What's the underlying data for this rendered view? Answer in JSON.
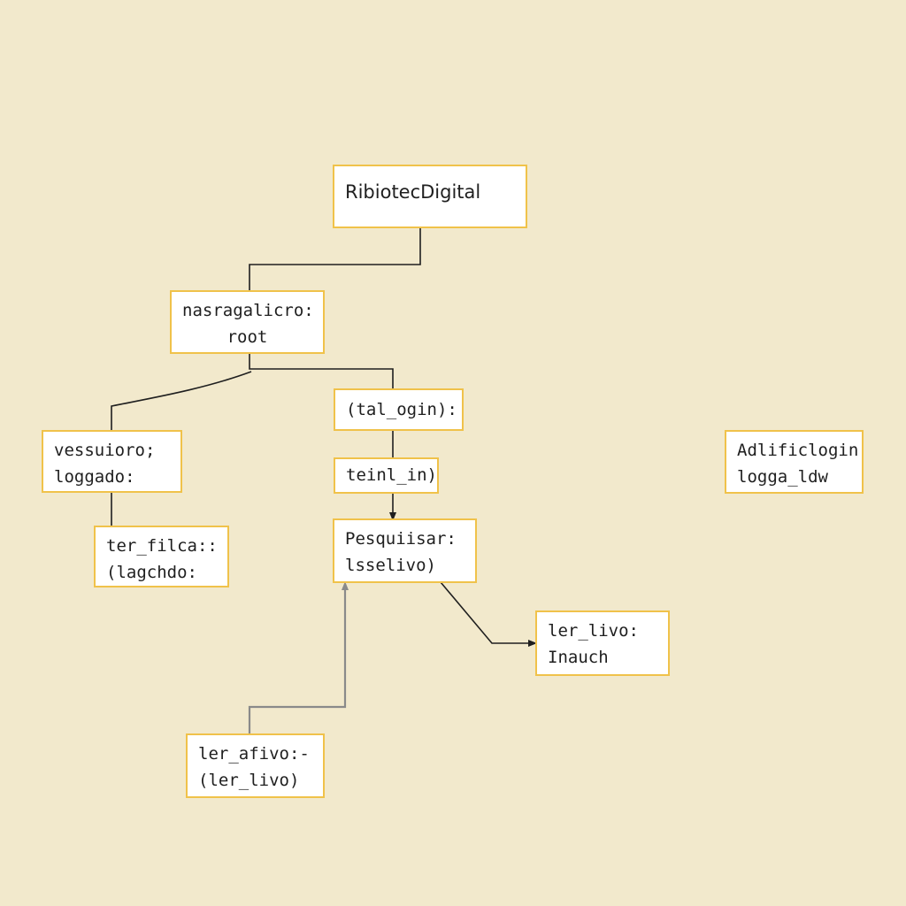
{
  "diagram": {
    "nodes": {
      "biblioteca": {
        "lines": [
          "RibiotecDigital"
        ]
      },
      "root": {
        "lines": [
          "nasragalicro:",
          "root"
        ]
      },
      "usuario": {
        "lines": [
          "vessuioro;",
          "loggado:"
        ]
      },
      "filtro": {
        "lines": [
          "ter_filca::",
          "(lagchdo:"
        ]
      },
      "login": {
        "lines": [
          "(tal_ogin):"
        ]
      },
      "tein": {
        "lines": [
          "teinl_in)"
        ]
      },
      "pesquisar": {
        "lines": [
          "Pesquiisar:",
          "lsselivo)"
        ]
      },
      "ler_livro": {
        "lines": [
          "ler_livo:",
          "Inauch"
        ]
      },
      "ler_arquivo": {
        "lines": [
          "ler_afivo:-",
          "(ler_livo)"
        ]
      },
      "admin": {
        "lines": [
          "Adlificlogin",
          "logga_ldw"
        ]
      }
    },
    "colors": {
      "background": "#f2e9cc",
      "node_fill": "#ffffff",
      "node_border": "#f0c24a",
      "edge": "#1f1f1f",
      "edge_secondary": "#8a8a8a"
    }
  }
}
